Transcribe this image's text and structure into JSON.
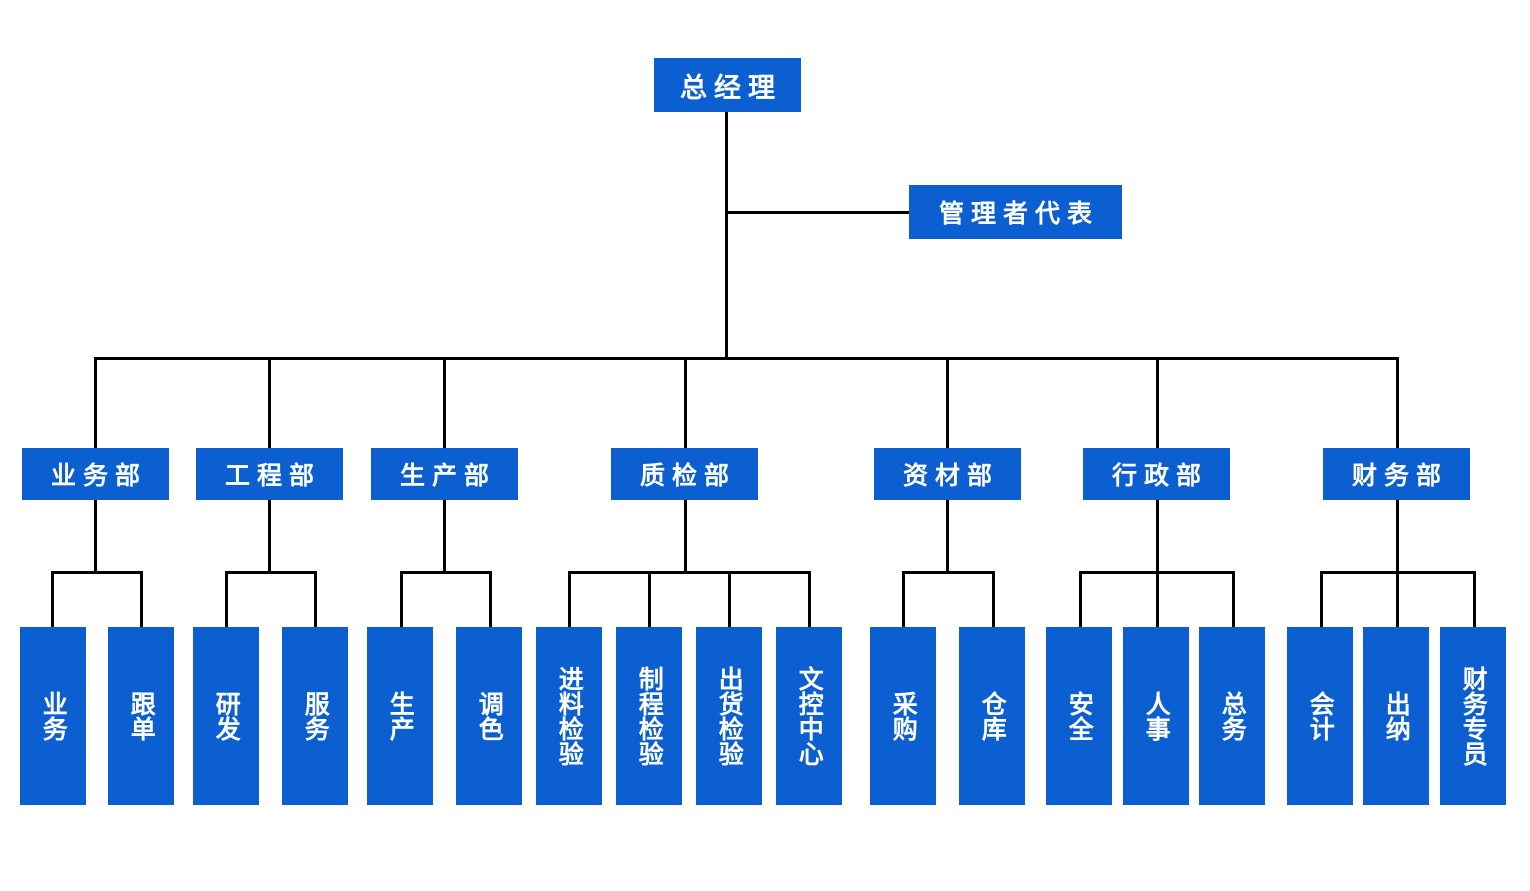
{
  "chart_title": "",
  "colors": {
    "node_fill": "#0b5fd0",
    "node_text": "#ffffff",
    "connector": "#000000",
    "background": "#ffffff"
  },
  "root": {
    "label": "总经理"
  },
  "staff": {
    "label": "管理者代表"
  },
  "departments": [
    {
      "label": "业务部",
      "children": [
        {
          "label": "业务"
        },
        {
          "label": "跟单"
        }
      ]
    },
    {
      "label": "工程部",
      "children": [
        {
          "label": "研发"
        },
        {
          "label": "服务"
        }
      ]
    },
    {
      "label": "生产部",
      "children": [
        {
          "label": "生产"
        },
        {
          "label": "调色"
        }
      ]
    },
    {
      "label": "质检部",
      "children": [
        {
          "label": "进料检验"
        },
        {
          "label": "制程检验"
        },
        {
          "label": "出货检验"
        },
        {
          "label": "文控中心"
        }
      ]
    },
    {
      "label": "资材部",
      "children": [
        {
          "label": "采购"
        },
        {
          "label": "仓库"
        }
      ]
    },
    {
      "label": "行政部",
      "children": [
        {
          "label": "安全"
        },
        {
          "label": "人事"
        },
        {
          "label": "总务"
        }
      ]
    },
    {
      "label": "财务部",
      "children": [
        {
          "label": "会计"
        },
        {
          "label": "出纳"
        },
        {
          "label": "财务专员"
        }
      ]
    }
  ]
}
